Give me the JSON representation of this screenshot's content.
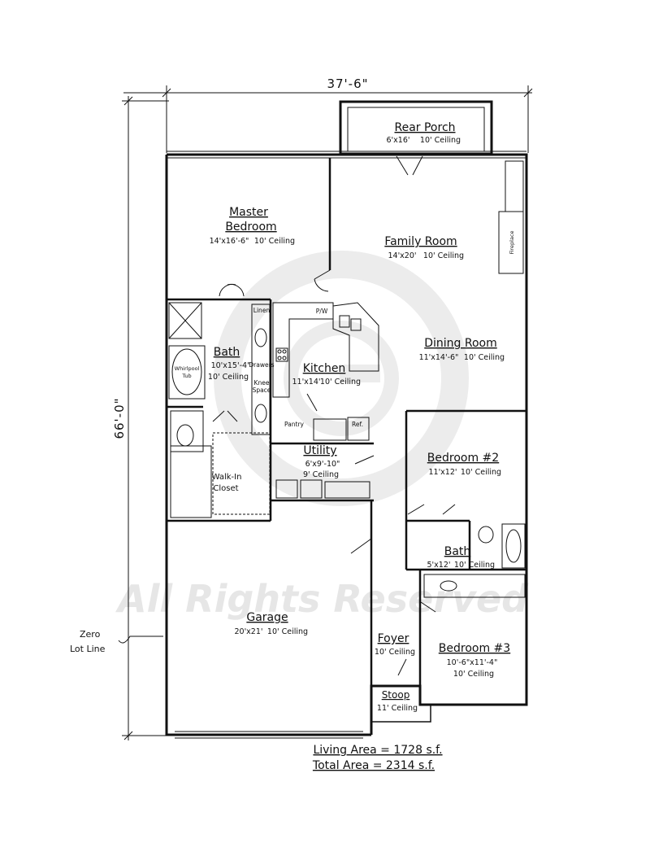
{
  "dimensions": {
    "width_label": "37'-6\"",
    "depth_label": "66'-0\""
  },
  "watermark": {
    "text": "All Rights Reserved"
  },
  "rooms": {
    "rear_porch": {
      "name": "Rear Porch",
      "size": "6'x16'",
      "ceiling": "10' Ceiling"
    },
    "master_bedroom": {
      "name_line1": "Master",
      "name_line2": "Bedroom",
      "size": "14'x16'-6\"",
      "ceiling": "10' Ceiling"
    },
    "family_room": {
      "name": "Family Room",
      "size": "14'x20'",
      "ceiling": "10' Ceiling"
    },
    "fireplace": {
      "label": "Fireplace"
    },
    "dining_room": {
      "name": "Dining Room",
      "size": "11'x14'-6\"",
      "ceiling": "10' Ceiling"
    },
    "master_bath": {
      "name": "Bath",
      "size": "10'x15'-4\"",
      "ceiling": "10' Ceiling"
    },
    "whirlpool": {
      "line1": "Whirlpool",
      "line2": "Tub"
    },
    "kitchen": {
      "name": "Kitchen",
      "size": "11'x14'",
      "ceiling": "10' Ceiling"
    },
    "kitchen_labels": {
      "pw": "P/W",
      "linen": "Linen",
      "drawers": "Drawers",
      "knee_line1": "Knee",
      "knee_line2": "Space",
      "pantry": "Pantry",
      "ref": "Ref."
    },
    "walk_in_closet": {
      "line1": "Walk-In",
      "line2": "Closet"
    },
    "utility": {
      "name": "Utility",
      "size": "6'x9'-10\"",
      "ceiling": "9' Ceiling"
    },
    "bedroom2": {
      "name": "Bedroom #2",
      "size": "11'x12'",
      "ceiling": "10' Ceiling"
    },
    "bath2": {
      "name": "Bath",
      "size": "5'x12'",
      "ceiling": "10' Ceiling"
    },
    "garage": {
      "name": "Garage",
      "size": "20'x21'",
      "ceiling": "10' Ceiling"
    },
    "foyer": {
      "name": "Foyer",
      "ceiling": "10' Ceiling"
    },
    "bedroom3": {
      "name": "Bedroom #3",
      "size": "10'-6\"x11'-4\"",
      "ceiling": "10' Ceiling"
    },
    "stoop": {
      "name": "Stoop",
      "ceiling": "11' Ceiling"
    }
  },
  "zero_lot_line": {
    "line1": "Zero",
    "line2": "Lot Line"
  },
  "areas": {
    "living": "Living Area = 1728 s.f.",
    "total": "Total Area = 2314 s.f."
  }
}
